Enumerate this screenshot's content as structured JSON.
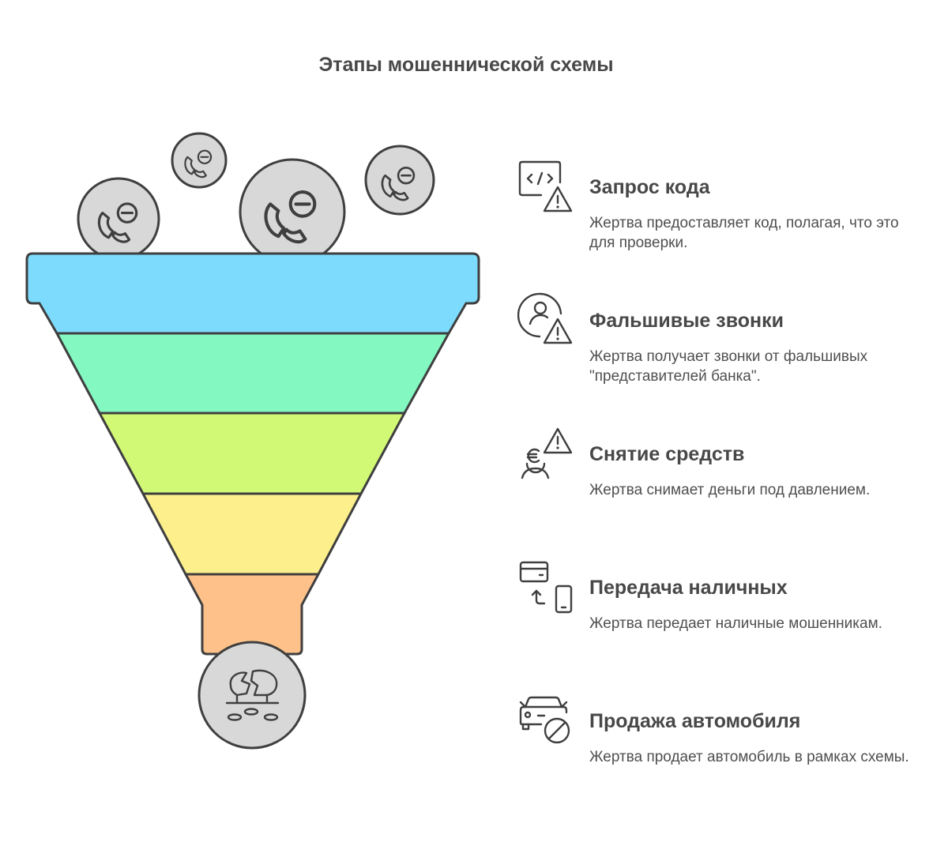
{
  "title": "Этапы мошеннической схемы",
  "stages": [
    {
      "heading": "Запрос кода",
      "description": "Жертва предоставляет код, полагая, что это для проверки.",
      "icon": "code-warning-icon",
      "color": "#7ddcfd"
    },
    {
      "heading": "Фальшивые звонки",
      "description": "Жертва получает звонки от фальшивых \"представителей банка\".",
      "icon": "user-warning-icon",
      "color": "#83f9c1"
    },
    {
      "heading": "Снятие средств",
      "description": "Жертва снимает деньги под давлением.",
      "icon": "euro-person-warning-icon",
      "color": "#d2f975"
    },
    {
      "heading": "Передача наличных",
      "description": "Жертва передает наличные мошенникам.",
      "icon": "card-to-phone-icon",
      "color": "#fdf08c"
    },
    {
      "heading": "Продажа автомобиля",
      "description": "Жертва продает автомобиль в рамках схемы.",
      "icon": "car-blocked-icon",
      "color": "#fec18a"
    }
  ],
  "funnel_inputs_icon": "phone-call-minus-icon",
  "funnel_output_icon": "broken-piggy-bank-icon",
  "colors": {
    "outline": "#3f3f3f",
    "coin_fill": "#d8d8d8",
    "text": "#4a4a4a"
  }
}
